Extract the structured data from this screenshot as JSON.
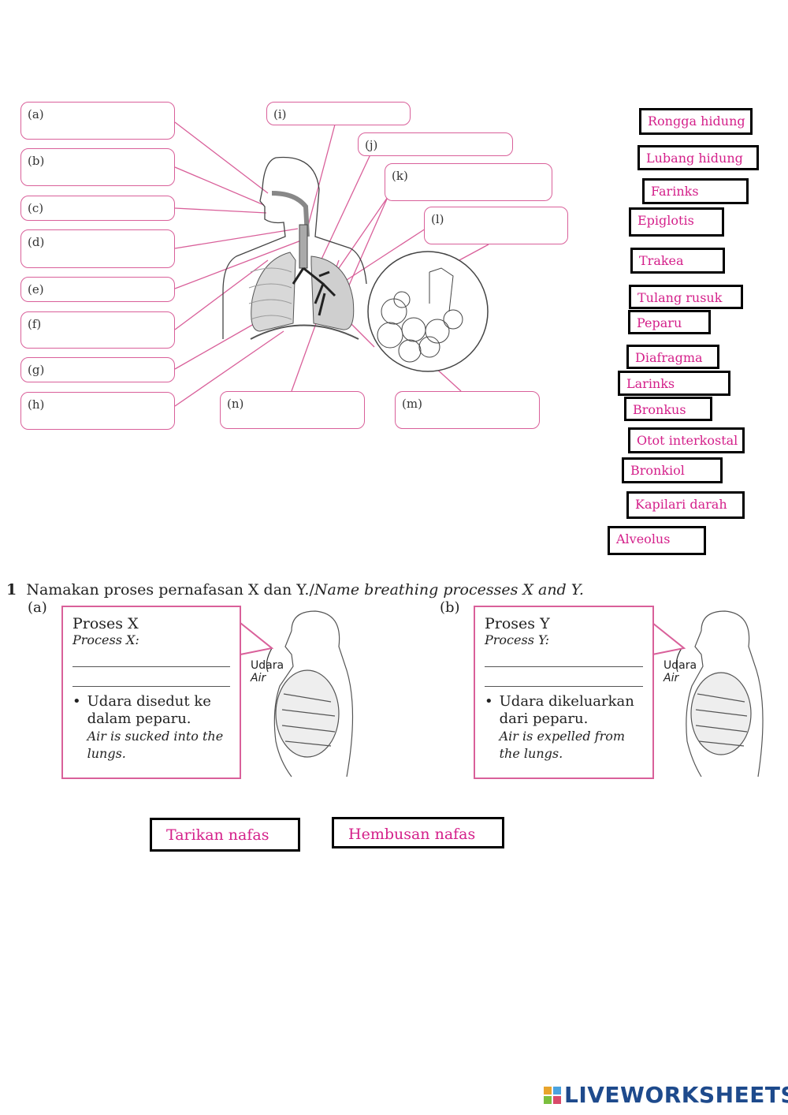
{
  "diagram": {
    "labels": [
      "(a)",
      "(b)",
      "(c)",
      "(d)",
      "(e)",
      "(f)",
      "(g)",
      "(h)",
      "(i)",
      "(j)",
      "(k)",
      "(l)",
      "(m)",
      "(n)"
    ]
  },
  "word_bank": [
    "Rongga hidung",
    "Lubang hidung",
    "Farinks",
    "Epiglotis",
    "Trakea",
    "Tulang rusuk",
    "Peparu",
    "Diafragma",
    "Larinks",
    "Bronkus",
    "Otot interkostal",
    "Bronkiol",
    "Kapilari darah",
    "Alveolus"
  ],
  "question": {
    "number": "1",
    "text_ms": "Namakan proses pernafasan X dan Y./",
    "text_en": "Name breathing processes X and Y.",
    "a": {
      "letter": "(a)",
      "title": "Proses X",
      "title_en": "Process X:",
      "bullet_ms": "Udara disedut ke dalam peparu.",
      "bullet_en": "Air is sucked into the lungs.",
      "air_ms": "Udara",
      "air_en": "Air"
    },
    "b": {
      "letter": "(b)",
      "title": "Proses Y",
      "title_en": "Process Y:",
      "bullet_ms": "Udara dikeluarkan dari peparu.",
      "bullet_en": "Air is expelled from the lungs.",
      "air_ms": "Udara",
      "air_en": "Air"
    },
    "options": [
      "Tarikan nafas",
      "Hembusan nafas"
    ]
  },
  "brand": "LIVEWORKSHEETS",
  "colors": {
    "accent": "#d9609a",
    "answer_text": "#d4208a",
    "brand": "#1e4a8c"
  }
}
